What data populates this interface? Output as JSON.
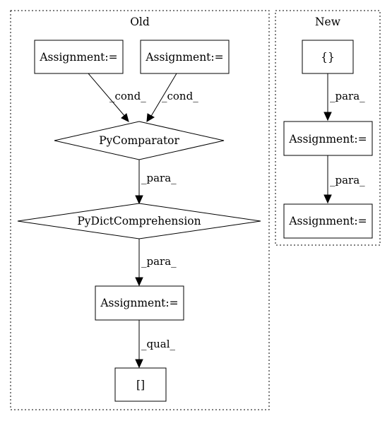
{
  "clusters": {
    "old": {
      "title": "Old"
    },
    "new": {
      "title": "New"
    }
  },
  "nodes": {
    "old_assign_left": "Assignment:=",
    "old_assign_right": "Assignment:=",
    "old_pycomparator": "PyComparator",
    "old_pydictcomprehension": "PyDictComprehension",
    "old_assign_bottom": "Assignment:=",
    "old_subscript": "[]",
    "new_braces": "{}",
    "new_assign_top": "Assignment:=",
    "new_assign_bottom": "Assignment:="
  },
  "edges": {
    "left_to_comparator": "_cond_",
    "right_to_comparator": "_cond_",
    "comparator_to_dict": "_para_",
    "dict_to_assign": "_para_",
    "assign_to_subscript": "_qual_",
    "braces_to_assign": "_para_",
    "assign_to_assign": "_para_"
  }
}
